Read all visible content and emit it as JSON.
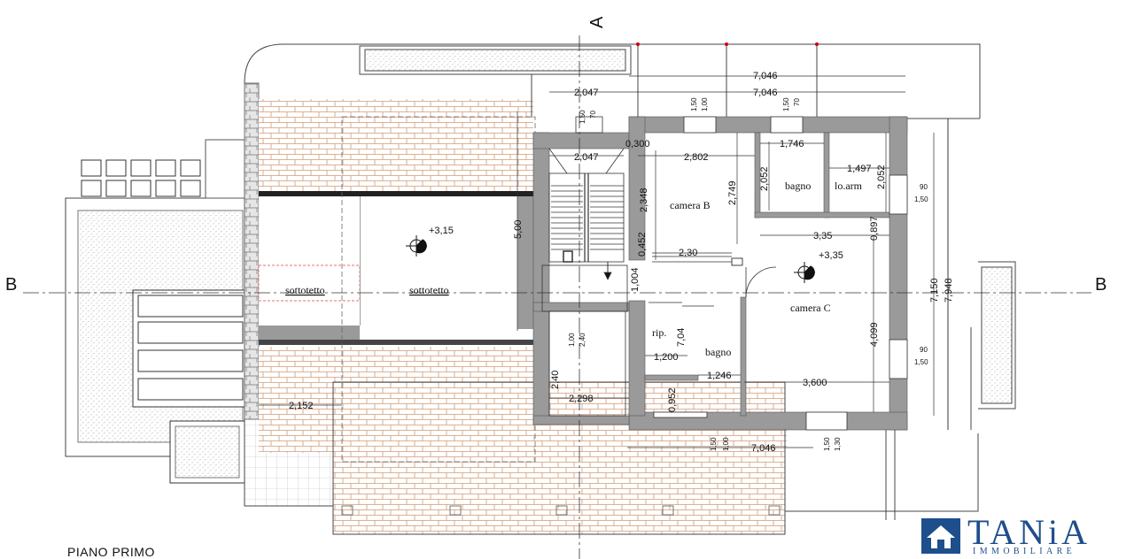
{
  "plan": {
    "floor_label": "PIANO PRIMO",
    "section_marks": {
      "a_top": "A",
      "b_left": "B",
      "b_right": "B"
    },
    "rooms": {
      "camera_b": "camera B",
      "camera_c": "camera C",
      "bagno_1": "bagno",
      "bagno_2": "bagno",
      "lo_arm": "lo.arm",
      "rip": "rip.",
      "sottotetto_1": "sottotetto",
      "sottotetto_2": "sottotetto"
    },
    "levels": {
      "attic": "+3,15",
      "hall": "+3,35"
    },
    "dimensions": {
      "d1": "7,046",
      "d2": "7,046",
      "d3": "2,047",
      "d4": "2,047",
      "d5": "0,300",
      "d6": "2,802",
      "d7": "1,746",
      "d8": "1,497",
      "d9": "2,052",
      "d10": "2,052",
      "d11": "2,348",
      "d12": "2,749",
      "d13": "3,35",
      "d14": "0,897",
      "d15": "2,30",
      "d16": "0,452",
      "d17": "1,004",
      "d18": "5,00",
      "d19": "7,150",
      "d20": "7,948",
      "d21": "4,099",
      "d22": "7,04",
      "d23": "1,200",
      "d24": "1,246",
      "d25": "3,600",
      "d26": "0,952",
      "d27": "2,40",
      "d28": "2,298",
      "d29": "2,152",
      "d30": "7,046"
    },
    "windows": {
      "w1a": "1,00",
      "w1b": "1,50",
      "w2a": "70",
      "w2b": "1,50",
      "w3a": "90",
      "w3b": "1,50",
      "w4a": "90",
      "w4b": "1,50",
      "w5a": "1,00",
      "w5b": "2,40",
      "w6a": "1,00",
      "w6b": "1,50",
      "w7a": "1,30",
      "w7b": "1,50",
      "w8a": "1,50",
      "w8b": "70"
    }
  },
  "brand": {
    "name": "TANiA",
    "tagline": "IMMOBILIARE",
    "color": "#1f4e8c"
  },
  "colors": {
    "wall": "#9a9a9a",
    "tile": "#c58b63",
    "line": "#222222"
  }
}
